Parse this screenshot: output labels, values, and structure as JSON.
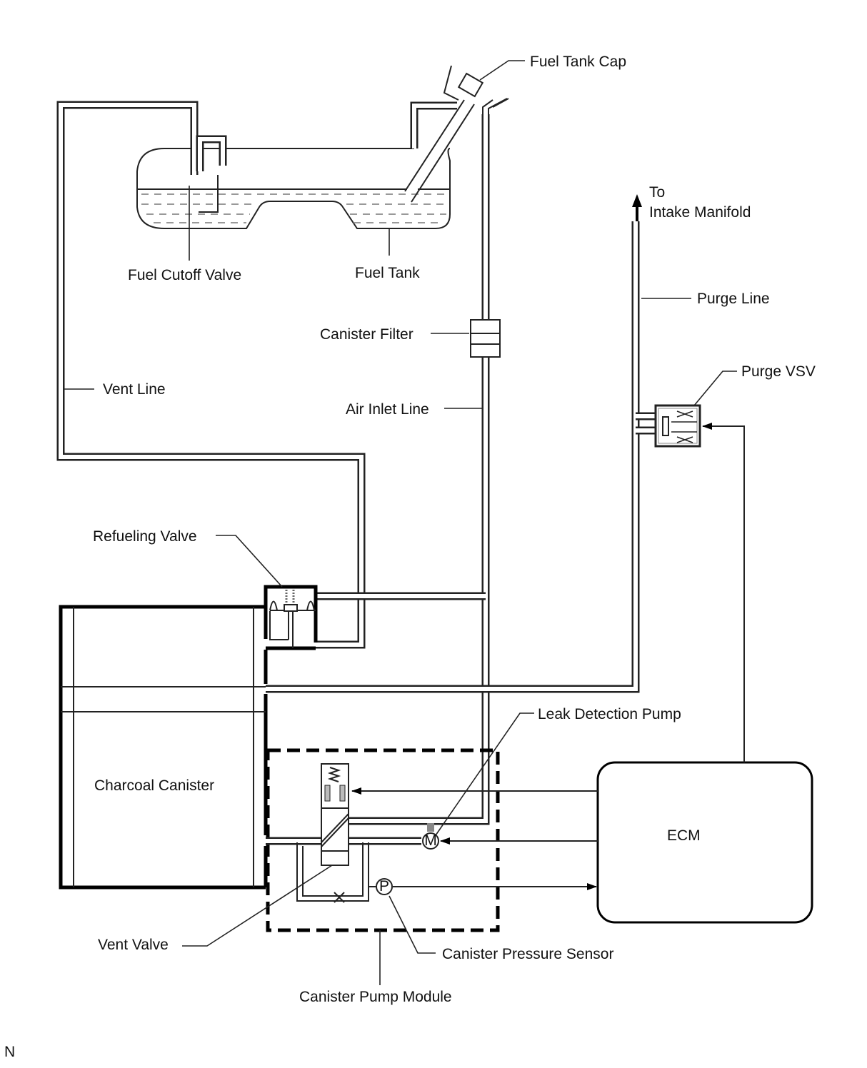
{
  "labels": {
    "fuel_tank_cap": "Fuel Tank Cap",
    "to": "To",
    "intake_manifold": "Intake Manifold",
    "fuel_cutoff_valve": "Fuel Cutoff Valve",
    "fuel_tank": "Fuel Tank",
    "purge_line": "Purge Line",
    "canister_filter": "Canister Filter",
    "purge_vsv": "Purge VSV",
    "vent_line": "Vent Line",
    "air_inlet_line": "Air Inlet Line",
    "refueling_valve": "Refueling Valve",
    "leak_detection_pump": "Leak Detection Pump",
    "charcoal_canister": "Charcoal Canister",
    "ecm": "ECM",
    "motor_symbol": "M",
    "pressure_symbol": "P",
    "vent_valve": "Vent Valve",
    "canister_pressure_sensor": "Canister Pressure Sensor",
    "canister_pump_module": "Canister Pump Module",
    "corner_mark": "N"
  }
}
